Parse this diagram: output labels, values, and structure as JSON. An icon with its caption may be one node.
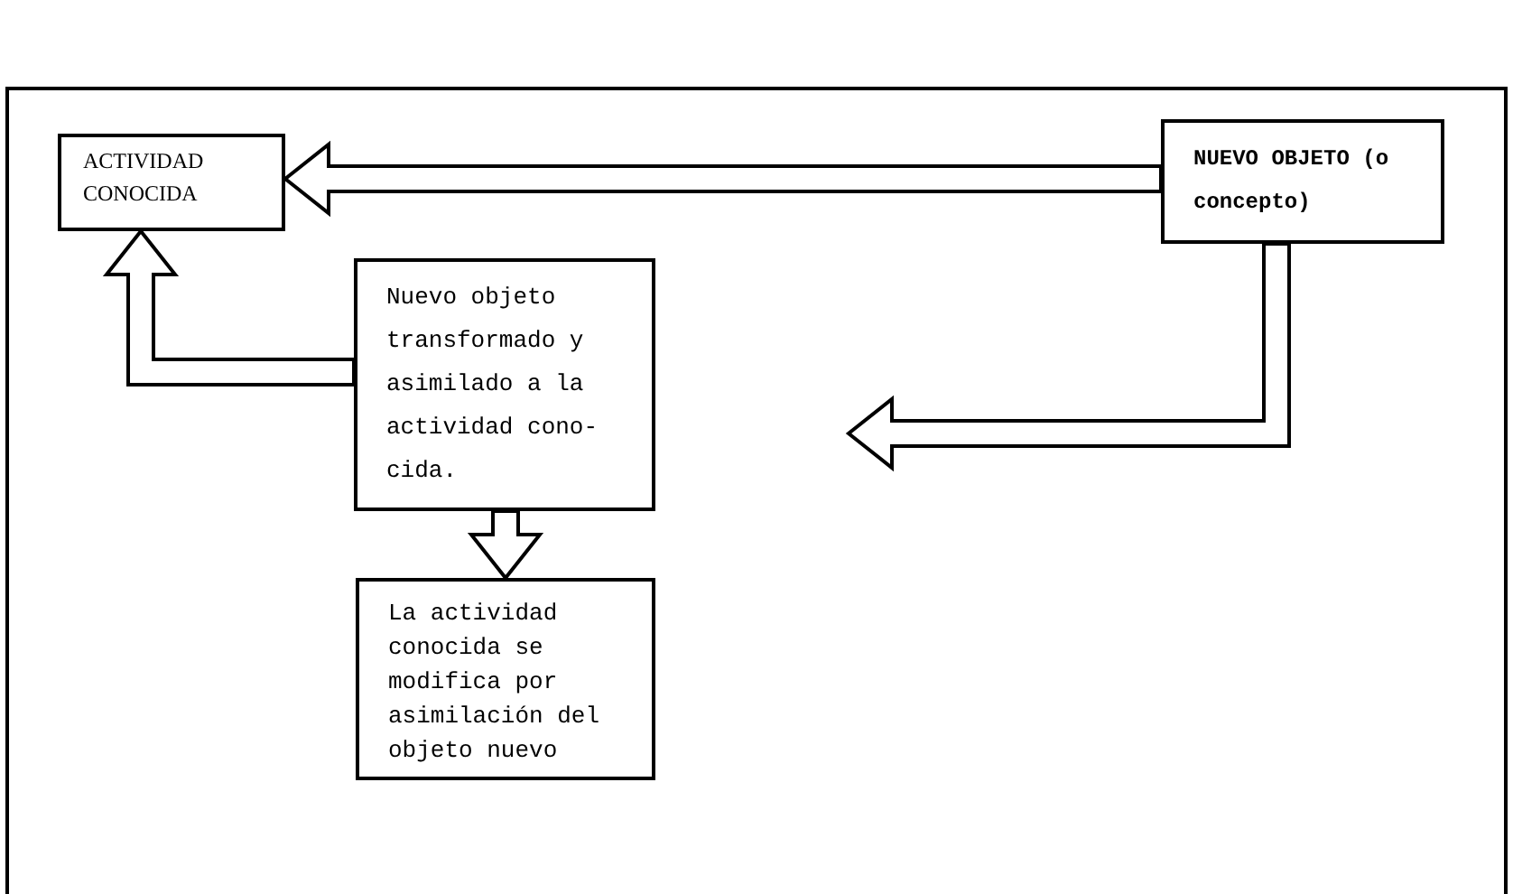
{
  "diagram": {
    "nodes": [
      {
        "text": [
          "ACTIVIDAD CONOCIDA"
        ]
      },
      {
        "text": [
          "NUEVO OBJETO (o concepto)"
        ]
      },
      {
        "text": [
          "Nuevo objeto transformado y asimilado a la actividad cono-cida."
        ]
      },
      {
        "text": [
          "La actividad conocida se modifica por asimilación del objeto nuevo"
        ]
      }
    ],
    "edges": [
      {
        "from": 1,
        "to": 0,
        "arrow": "to"
      },
      {
        "from": 1,
        "to": null,
        "arrow": "to"
      },
      {
        "from": 2,
        "to": 0,
        "arrow": "to"
      },
      {
        "from": 2,
        "to": 3,
        "arrow": "to"
      }
    ]
  }
}
